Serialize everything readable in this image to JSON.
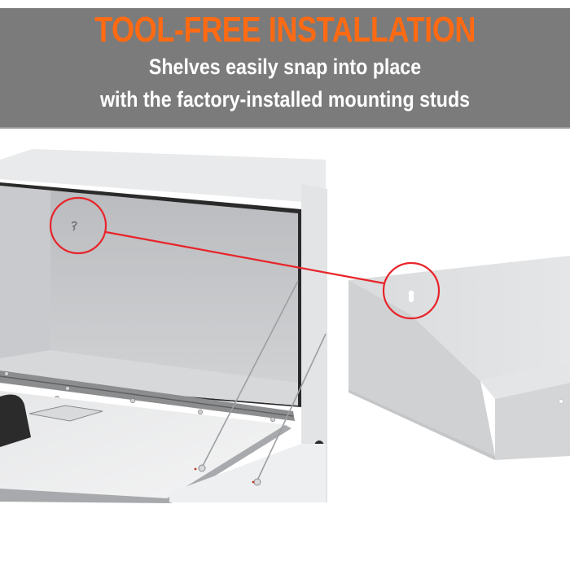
{
  "banner": {
    "headline": "TOOL-FREE INSTALLATION",
    "subtitle_line1": "Shelves easily snap into place",
    "subtitle_line2": "with the factory-installed mounting studs",
    "background_color": "#7b7b7b",
    "headline_color": "#ff6a13",
    "subtitle_color": "#ffffff"
  },
  "illustration": {
    "left_item": "open white underbody toolbox with mounting stud",
    "right_item": "white removable shelf with keyhole slot",
    "callout_color": "#e8242a",
    "callout_connects": [
      "mounting-stud",
      "shelf-keyhole-slot"
    ]
  }
}
